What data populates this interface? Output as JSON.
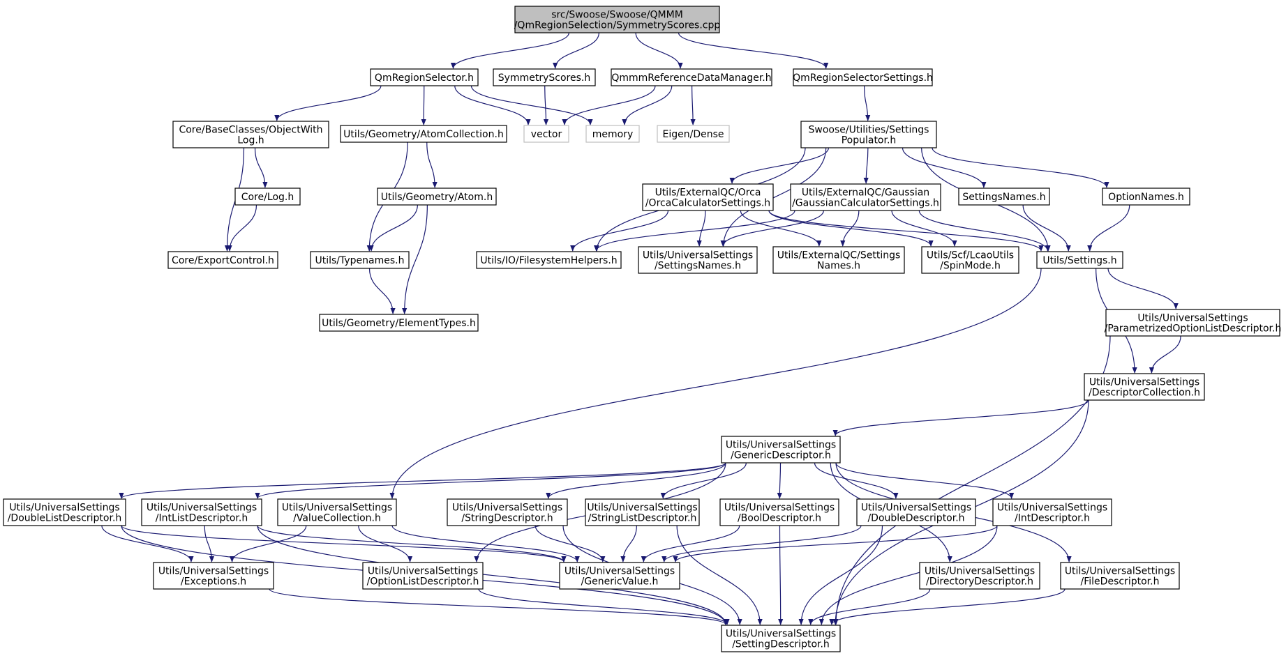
{
  "nodes": [
    {
      "id": "root",
      "lines": [
        "src/Swoose/Swoose/QMMM",
        "/QmRegionSelection/SymmetryScores.cpp"
      ],
      "kind": "root"
    },
    {
      "id": "qmregionselector",
      "lines": [
        "QmRegionSelector.h"
      ]
    },
    {
      "id": "symmetryscores",
      "lines": [
        "SymmetryScores.h"
      ]
    },
    {
      "id": "qmmmrefdata",
      "lines": [
        "QmmmReferenceDataManager.h"
      ]
    },
    {
      "id": "qmregionselectorsettings",
      "lines": [
        "QmRegionSelectorSettings.h"
      ]
    },
    {
      "id": "objectwithlog",
      "lines": [
        "Core/BaseClasses/ObjectWith",
        "Log.h"
      ]
    },
    {
      "id": "atomcollection",
      "lines": [
        "Utils/Geometry/AtomCollection.h"
      ]
    },
    {
      "id": "vector",
      "lines": [
        "vector"
      ],
      "kind": "ext"
    },
    {
      "id": "memory",
      "lines": [
        "memory"
      ],
      "kind": "ext"
    },
    {
      "id": "eigendense",
      "lines": [
        "Eigen/Dense"
      ],
      "kind": "ext"
    },
    {
      "id": "settingspopulator",
      "lines": [
        "Swoose/Utilities/Settings",
        "Populator.h"
      ]
    },
    {
      "id": "corelog",
      "lines": [
        "Core/Log.h"
      ]
    },
    {
      "id": "atom",
      "lines": [
        "Utils/Geometry/Atom.h"
      ]
    },
    {
      "id": "orcasettings",
      "lines": [
        "Utils/ExternalQC/Orca",
        "/OrcaCalculatorSettings.h"
      ]
    },
    {
      "id": "gaussiansettings",
      "lines": [
        "Utils/ExternalQC/Gaussian",
        "/GaussianCalculatorSettings.h"
      ]
    },
    {
      "id": "settingsnames",
      "lines": [
        "SettingsNames.h"
      ]
    },
    {
      "id": "optionnames",
      "lines": [
        "OptionNames.h"
      ]
    },
    {
      "id": "exportcontrol",
      "lines": [
        "Core/ExportControl.h"
      ]
    },
    {
      "id": "typenames",
      "lines": [
        "Utils/Typenames.h"
      ]
    },
    {
      "id": "filesystemhelpers",
      "lines": [
        "Utils/IO/FilesystemHelpers.h"
      ]
    },
    {
      "id": "us_settingsnames",
      "lines": [
        "Utils/UniversalSettings",
        "/SettingsNames.h"
      ]
    },
    {
      "id": "extqc_settingsnames",
      "lines": [
        "Utils/ExternalQC/Settings",
        "Names.h"
      ]
    },
    {
      "id": "spinmode",
      "lines": [
        "Utils/Scf/LcaoUtils",
        "/SpinMode.h"
      ]
    },
    {
      "id": "utilssettings",
      "lines": [
        "Utils/Settings.h"
      ]
    },
    {
      "id": "elementtypes",
      "lines": [
        "Utils/Geometry/ElementTypes.h"
      ]
    },
    {
      "id": "paramoptionlist",
      "lines": [
        "Utils/UniversalSettings",
        "/ParametrizedOptionListDescriptor.h"
      ]
    },
    {
      "id": "descriptorcollection",
      "lines": [
        "Utils/UniversalSettings",
        "/DescriptorCollection.h"
      ]
    },
    {
      "id": "genericdescriptor",
      "lines": [
        "Utils/UniversalSettings",
        "/GenericDescriptor.h"
      ]
    },
    {
      "id": "doublelist",
      "lines": [
        "Utils/UniversalSettings",
        "/DoubleListDescriptor.h"
      ]
    },
    {
      "id": "intlist",
      "lines": [
        "Utils/UniversalSettings",
        "/IntListDescriptor.h"
      ]
    },
    {
      "id": "valuecollection",
      "lines": [
        "Utils/UniversalSettings",
        "/ValueCollection.h"
      ]
    },
    {
      "id": "stringdesc",
      "lines": [
        "Utils/UniversalSettings",
        "/StringDescriptor.h"
      ]
    },
    {
      "id": "stringlist",
      "lines": [
        "Utils/UniversalSettings",
        "/StringListDescriptor.h"
      ]
    },
    {
      "id": "booldesc",
      "lines": [
        "Utils/UniversalSettings",
        "/BoolDescriptor.h"
      ]
    },
    {
      "id": "doubledesc",
      "lines": [
        "Utils/UniversalSettings",
        "/DoubleDescriptor.h"
      ]
    },
    {
      "id": "intdesc",
      "lines": [
        "Utils/UniversalSettings",
        "/IntDescriptor.h"
      ]
    },
    {
      "id": "exceptions",
      "lines": [
        "Utils/UniversalSettings",
        "/Exceptions.h"
      ]
    },
    {
      "id": "optionlist",
      "lines": [
        "Utils/UniversalSettings",
        "/OptionListDescriptor.h"
      ]
    },
    {
      "id": "genericvalue",
      "lines": [
        "Utils/UniversalSettings",
        "/GenericValue.h"
      ]
    },
    {
      "id": "directorydesc",
      "lines": [
        "Utils/UniversalSettings",
        "/DirectoryDescriptor.h"
      ]
    },
    {
      "id": "filedesc",
      "lines": [
        "Utils/UniversalSettings",
        "/FileDescriptor.h"
      ]
    },
    {
      "id": "settingdescriptor",
      "lines": [
        "Utils/UniversalSettings",
        "/SettingDescriptor.h"
      ]
    }
  ],
  "edges": [
    [
      "root",
      "qmregionselector"
    ],
    [
      "root",
      "symmetryscores"
    ],
    [
      "root",
      "qmmmrefdata"
    ],
    [
      "root",
      "qmregionselectorsettings"
    ],
    [
      "qmregionselector",
      "objectwithlog"
    ],
    [
      "qmregionselector",
      "atomcollection"
    ],
    [
      "qmregionselector",
      "vector"
    ],
    [
      "qmregionselector",
      "memory"
    ],
    [
      "symmetryscores",
      "vector"
    ],
    [
      "qmmmrefdata",
      "vector"
    ],
    [
      "qmmmrefdata",
      "memory"
    ],
    [
      "qmmmrefdata",
      "eigendense"
    ],
    [
      "qmregionselectorsettings",
      "settingspopulator"
    ],
    [
      "objectwithlog",
      "corelog"
    ],
    [
      "objectwithlog",
      "exportcontrol"
    ],
    [
      "corelog",
      "exportcontrol"
    ],
    [
      "atomcollection",
      "atom"
    ],
    [
      "atomcollection",
      "typenames"
    ],
    [
      "atom",
      "typenames"
    ],
    [
      "atom",
      "elementtypes"
    ],
    [
      "typenames",
      "elementtypes"
    ],
    [
      "settingspopulator",
      "orcasettings"
    ],
    [
      "settingspopulator",
      "gaussiansettings"
    ],
    [
      "settingspopulator",
      "settingsnames"
    ],
    [
      "settingspopulator",
      "optionnames"
    ],
    [
      "settingspopulator",
      "utilssettings"
    ],
    [
      "settingspopulator",
      "filesystemhelpers"
    ],
    [
      "settingspopulator",
      "us_settingsnames"
    ],
    [
      "orcasettings",
      "filesystemhelpers"
    ],
    [
      "orcasettings",
      "us_settingsnames"
    ],
    [
      "orcasettings",
      "extqc_settingsnames"
    ],
    [
      "orcasettings",
      "spinmode"
    ],
    [
      "orcasettings",
      "utilssettings"
    ],
    [
      "gaussiansettings",
      "filesystemhelpers"
    ],
    [
      "gaussiansettings",
      "us_settingsnames"
    ],
    [
      "gaussiansettings",
      "extqc_settingsnames"
    ],
    [
      "gaussiansettings",
      "spinmode"
    ],
    [
      "gaussiansettings",
      "utilssettings"
    ],
    [
      "settingsnames",
      "utilssettings"
    ],
    [
      "optionnames",
      "utilssettings"
    ],
    [
      "utilssettings",
      "paramoptionlist"
    ],
    [
      "utilssettings",
      "descriptorcollection"
    ],
    [
      "utilssettings",
      "valuecollection"
    ],
    [
      "paramoptionlist",
      "descriptorcollection"
    ],
    [
      "paramoptionlist",
      "settingdescriptor"
    ],
    [
      "descriptorcollection",
      "genericdescriptor"
    ],
    [
      "descriptorcollection",
      "settingdescriptor"
    ],
    [
      "genericdescriptor",
      "doublelist"
    ],
    [
      "genericdescriptor",
      "intlist"
    ],
    [
      "genericdescriptor",
      "optionlist"
    ],
    [
      "genericdescriptor",
      "stringdesc"
    ],
    [
      "genericdescriptor",
      "stringlist"
    ],
    [
      "genericdescriptor",
      "booldesc"
    ],
    [
      "genericdescriptor",
      "doubledesc"
    ],
    [
      "genericdescriptor",
      "intdesc"
    ],
    [
      "genericdescriptor",
      "directorydesc"
    ],
    [
      "genericdescriptor",
      "filedesc"
    ],
    [
      "doublelist",
      "exceptions"
    ],
    [
      "doublelist",
      "genericvalue"
    ],
    [
      "doublelist",
      "settingdescriptor"
    ],
    [
      "intlist",
      "exceptions"
    ],
    [
      "intlist",
      "genericvalue"
    ],
    [
      "intlist",
      "settingdescriptor"
    ],
    [
      "valuecollection",
      "exceptions"
    ],
    [
      "valuecollection",
      "optionlist"
    ],
    [
      "valuecollection",
      "genericvalue"
    ],
    [
      "stringdesc",
      "genericvalue"
    ],
    [
      "stringdesc",
      "settingdescriptor"
    ],
    [
      "stringlist",
      "genericvalue"
    ],
    [
      "stringlist",
      "settingdescriptor"
    ],
    [
      "booldesc",
      "genericvalue"
    ],
    [
      "booldesc",
      "settingdescriptor"
    ],
    [
      "doubledesc",
      "genericvalue"
    ],
    [
      "doubledesc",
      "settingdescriptor"
    ],
    [
      "intdesc",
      "genericvalue"
    ],
    [
      "intdesc",
      "settingdescriptor"
    ],
    [
      "exceptions",
      "settingdescriptor"
    ],
    [
      "optionlist",
      "settingdescriptor"
    ],
    [
      "directorydesc",
      "settingdescriptor"
    ],
    [
      "filedesc",
      "settingdescriptor"
    ]
  ],
  "colors": {
    "edge": "#191970",
    "root_fill": "#bfbfbf",
    "ext_border": "#bfbfbf",
    "node_border": "#000000"
  }
}
